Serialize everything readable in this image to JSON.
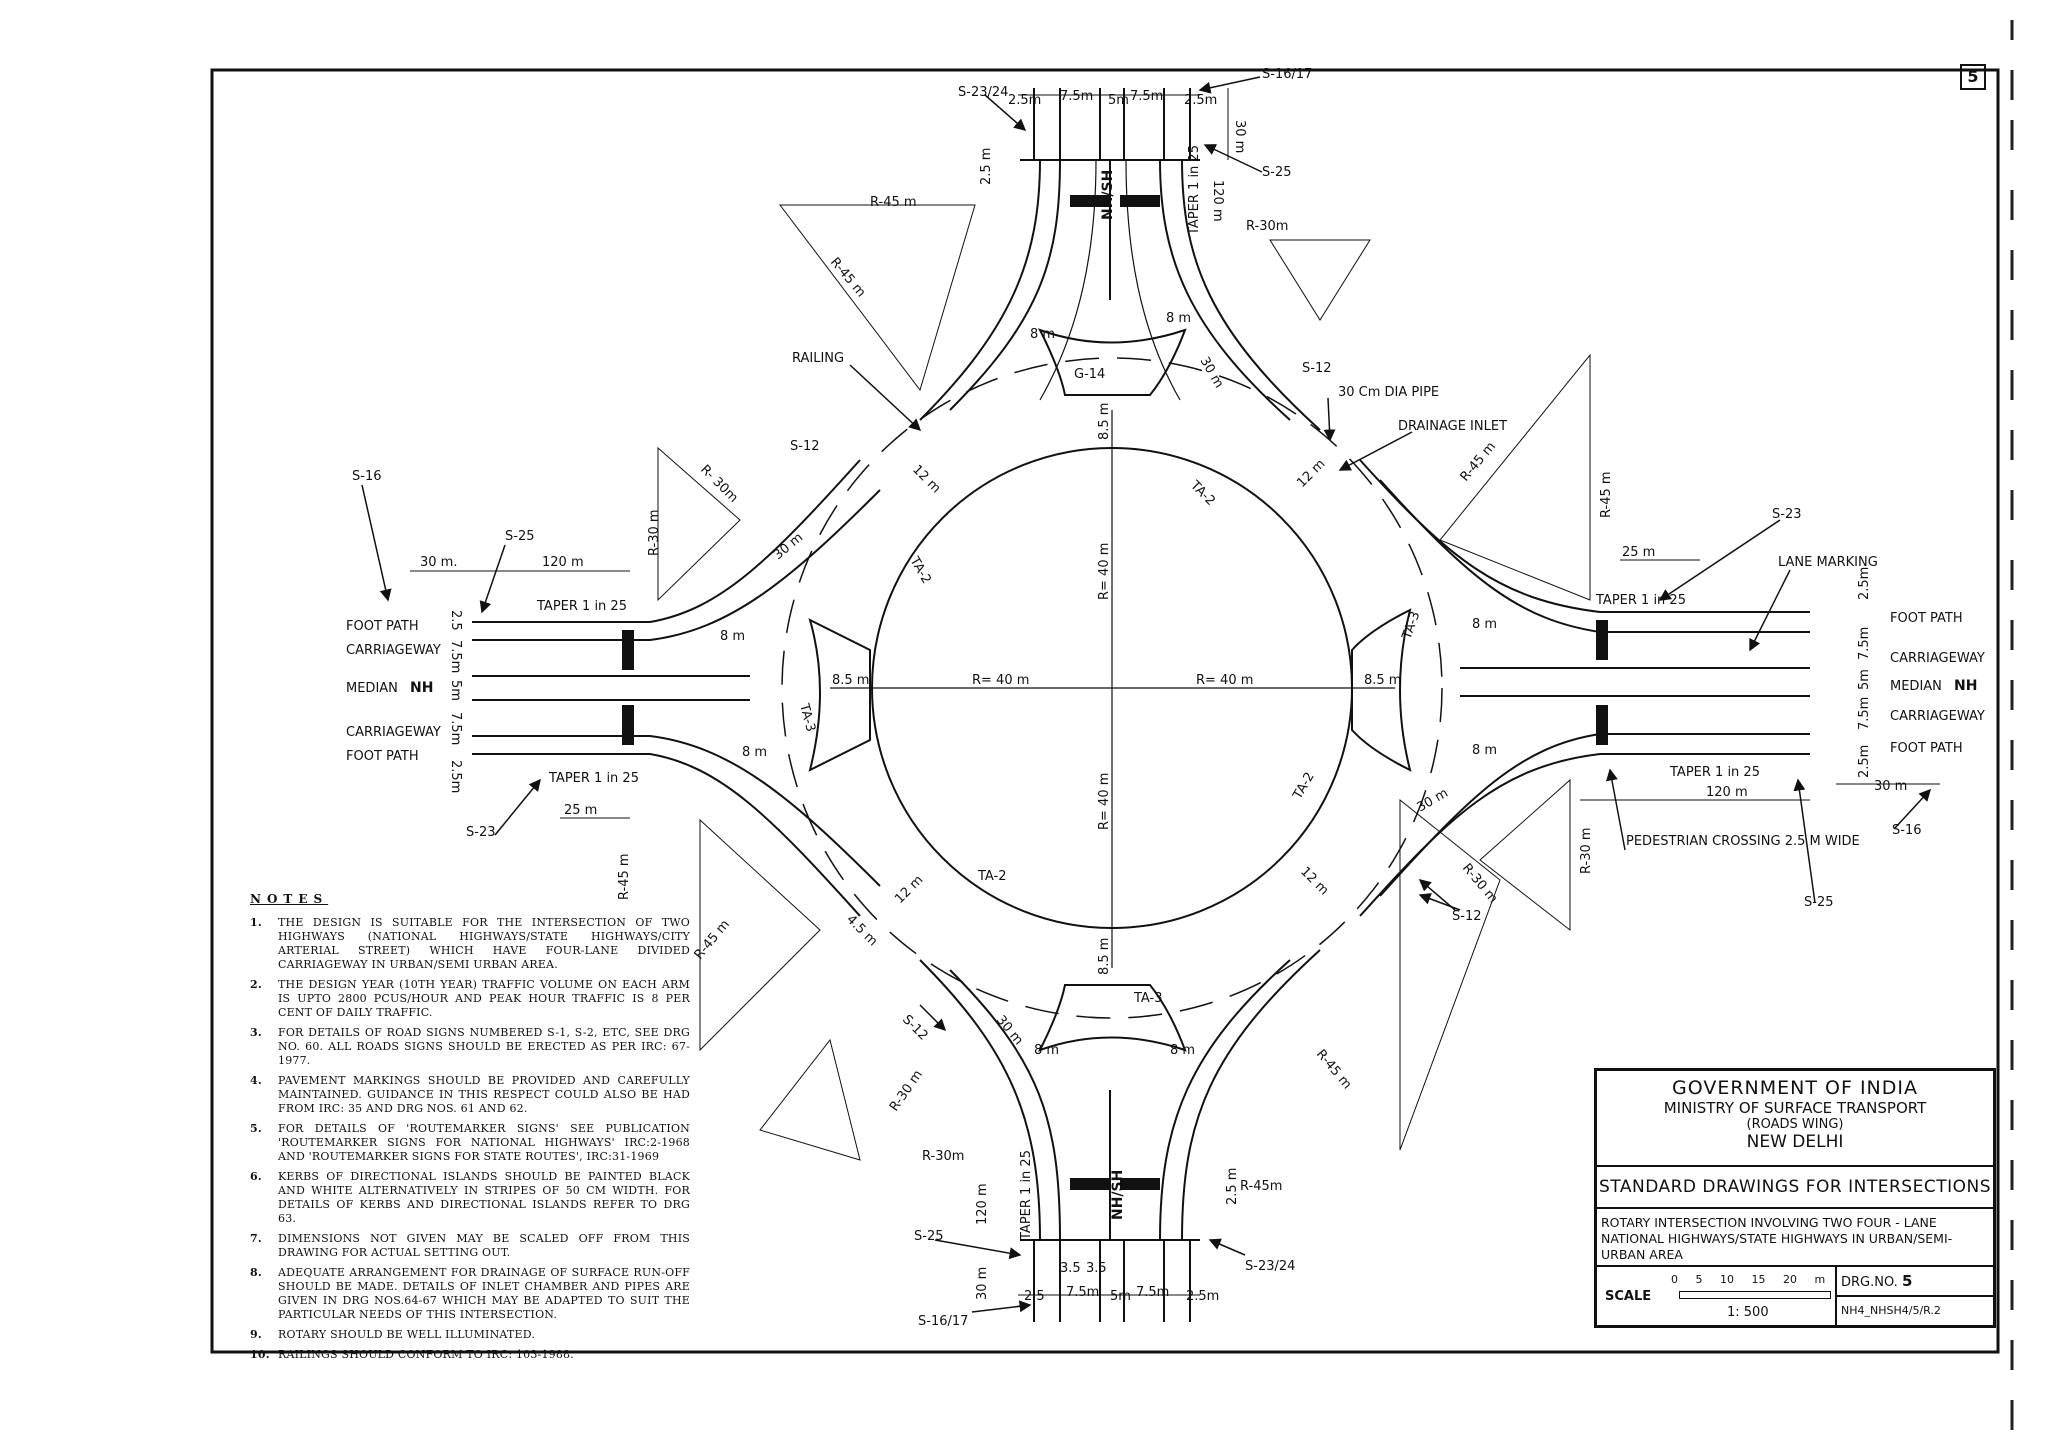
{
  "page_number": "5",
  "dimensions": {
    "arm_north": [
      "2.5m",
      "7.5m",
      "5m",
      "7.5m",
      "2.5m"
    ],
    "arm_south": [
      "2.5",
      "7.5m",
      "5m",
      "7.5m",
      "2.5m"
    ],
    "south_split": [
      "3.5",
      "3.5"
    ],
    "top_30m": "30 m",
    "top_120m": "120 m",
    "top_25m": "2.5 m",
    "left_30m": "30 m.",
    "left_120m": "120 m",
    "left_25m": "25 m",
    "right_25m": "25 m",
    "right_120m": "120 m",
    "right_30m": "30 m",
    "bottom_120m": "120 m",
    "bottom_30m": "30 m",
    "bottom_25m": "2.5 m",
    "lane_widths_left": [
      "2.5",
      "7.5m",
      "5m",
      "7.5m",
      "2.5m"
    ],
    "lane_widths_right": [
      "2.5m",
      "7.5m",
      "5m",
      "7.5m",
      "2.5m"
    ],
    "island_width": "8.5 m",
    "weave_12m": "12 m",
    "arm_8m": "8 m",
    "arm_30m": "30 m",
    "arm_45m": "4.5 m"
  },
  "radii": {
    "r45": "R-45 m",
    "r30": "R-30 m",
    "r30b": "R-30m",
    "r45b": "R-45m",
    "central": "R= 40 m",
    "central_v": "R= 40 m",
    "r30c": "R- 30m",
    "r30_vertical": "R-30 m",
    "r45_vertical": "R-45 m"
  },
  "labels": {
    "railing": "RAILING",
    "drain_pipe": "30 Cm DIA PIPE",
    "drainage_inlet": "DRAINAGE INLET",
    "lane_marking": "LANE MARKING",
    "ped_crossing": "PEDESTRIAN CROSSING 2.5 M WIDE",
    "footpath": "FOOT PATH",
    "carriageway": "CARRIAGEWAY",
    "median": "MEDIAN",
    "nh": "NH",
    "nh_sh": "NH/SH",
    "taper": "TAPER 1 in 25",
    "ta2": "TA-2",
    "ta3": "TA-3",
    "g14": "G-14"
  },
  "signs": {
    "s1617": "S-16/17",
    "s2324": "S-23/24",
    "s25": "S-25",
    "s12": "S-12",
    "s16": "S-16",
    "s23": "S-23"
  },
  "notes": {
    "title": "NOTES",
    "items": [
      {
        "n": "1.",
        "text": "The design is suitable for the intersection of two highways (National Highways/State Highways/City arterial street) which have four-lane divided carriageway in urban/semi urban area."
      },
      {
        "n": "2.",
        "text": "The design year (10th year) traffic volume on each arm is upto 2800 PCUs/hour and peak hour traffic is 8 per cent of daily traffic."
      },
      {
        "n": "3.",
        "text": "For details of road signs numbered S-1, S-2, etc, see Drg No. 60. All roads signs should be erected as per IRC: 67-1977."
      },
      {
        "n": "4.",
        "text": "Pavement markings should be provided and carefully maintained. Guidance in this respect could also be had from IRC: 35 and Drg Nos. 61 and 62."
      },
      {
        "n": "5.",
        "text": "For details of 'Routemarker signs' see publication 'Routemarker signs for National Highways' IRC:2-1968 and 'Routemarker signs for State Routes', IRC:31-1969"
      },
      {
        "n": "6.",
        "text": "Kerbs of directional islands should be painted black and white alternatively in stripes of 50 cm width. For details of kerbs and directional islands refer to Drg 63."
      },
      {
        "n": "7.",
        "text": "Dimensions not given may be scaled off from this drawing for actual setting out."
      },
      {
        "n": "8.",
        "text": "Adequate arrangement for drainage of surface run-off should be made. Details of inlet chamber and pipes are given in Drg Nos.64-67 which may be adapted to suit the particular needs of this intersection."
      },
      {
        "n": "9.",
        "text": "Rotary should be well illuminated."
      },
      {
        "n": "10.",
        "text": "Railings should conform to IRC: 103-1988."
      }
    ]
  },
  "title_block": {
    "gov": "GOVERNMENT OF INDIA",
    "ministry": "MINISTRY OF SURFACE TRANSPORT",
    "wing": "(ROADS WING)",
    "city": "NEW DELHI",
    "standard": "STANDARD DRAWINGS FOR INTERSECTIONS",
    "subject": "Rotary intersection involving two four - lane National Highways/State Highways in urban/semi-urban area",
    "scale_label": "SCALE",
    "scale_ticks": "0 5 10 15 20 m",
    "scale_ratio": "1: 500",
    "drg_label": "DRG.NO.",
    "drg_no": "5",
    "drg_code": "NH4_NHSH4/5/R.2"
  }
}
